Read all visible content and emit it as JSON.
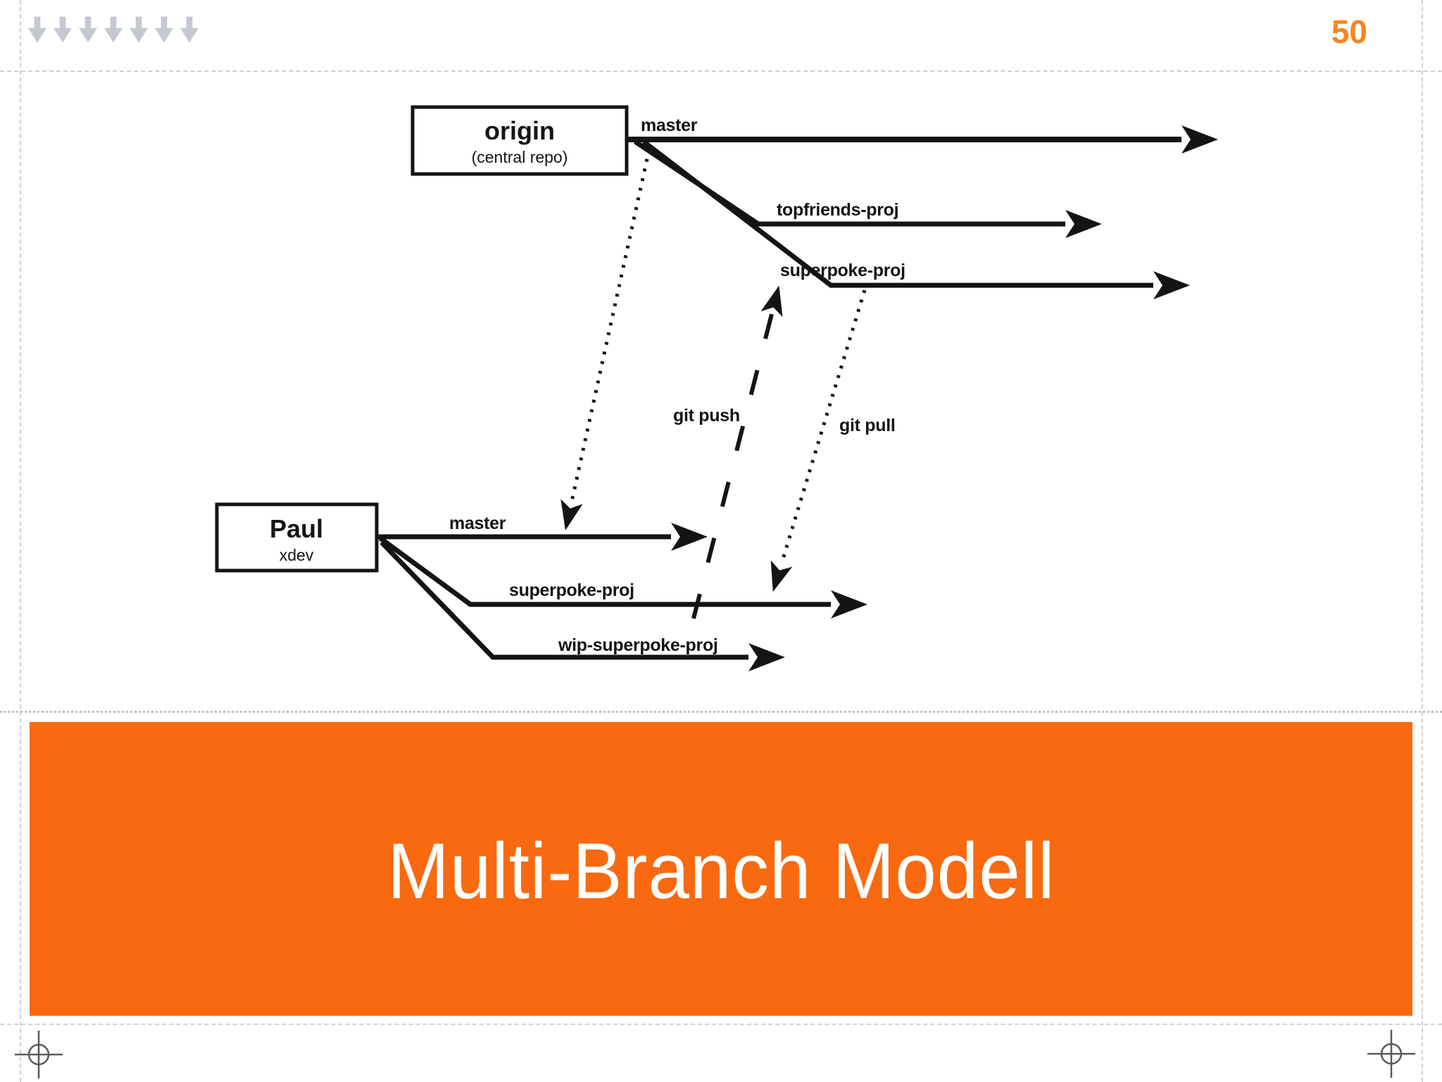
{
  "header": {
    "page_number": "50",
    "page_number_color": "#f5861d",
    "down_arrow_count": 7,
    "down_arrow_icon": "down-arrow",
    "down_arrow_color": "#c3c8d1"
  },
  "diagram": {
    "line_color": "#141414",
    "origin_box": {
      "title": "origin",
      "subtitle": "(central repo)"
    },
    "paul_box": {
      "title": "Paul",
      "subtitle": "xdev"
    },
    "origin_branches": [
      {
        "label": "master"
      },
      {
        "label": "topfriends-proj"
      },
      {
        "label": "superpoke-proj"
      }
    ],
    "paul_branches": [
      {
        "label": "master"
      },
      {
        "label": "superpoke-proj"
      },
      {
        "label": "wip-superpoke-proj"
      }
    ],
    "actions": {
      "push_label": "git push",
      "pull_label": "git pull"
    }
  },
  "banner": {
    "title": "Multi-Branch Modell",
    "background": "#f9690f",
    "text_color": "#ffffff"
  }
}
